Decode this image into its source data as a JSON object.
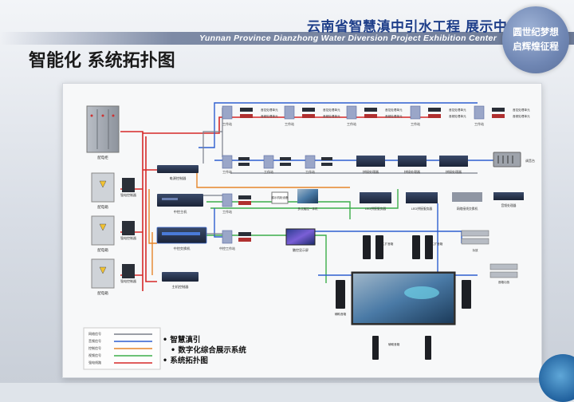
{
  "header": {
    "title_cn": "云南省智慧滇中引水工程 展示中心",
    "title_en": "Yunnan Province Dianzhong Water Diversion Project Exhibition Center",
    "page_title": "智能化 系统拓扑图",
    "badge_line1": "圆世纪梦想",
    "badge_line2": "启辉煌征程"
  },
  "diagram": {
    "power": {
      "main_cabinet": "配电柜",
      "sub_cabinets": [
        "配电箱",
        "配电箱",
        "配电箱"
      ],
      "controllers": [
        "强电控制器",
        "强电控制器",
        "强电控制器"
      ]
    },
    "center": {
      "power_controller": "电源控制器",
      "central_host": "中控主机",
      "network_switch": "中控交换机",
      "main_controller": "主机控制器"
    },
    "workstations": {
      "row1_label": "工作站",
      "row2_label": "工作站",
      "row3_label": "工作站",
      "row4_label": "中控工作站",
      "units": [
        "音控处理单元",
        "音频处理单元"
      ]
    },
    "video": {
      "splicers": [
        "拼接处理器",
        "拼接处理器",
        "拼接处理器"
      ],
      "mixer": "调音台",
      "hd_matrix": [
        "LED拼接服务器",
        "LED拼接服务器"
      ],
      "network_switch": "网络接线交换机",
      "audio_processor": "音频处理器",
      "touch_screen": "触控显示屏",
      "monitor": "互动机",
      "interactive": "交互机",
      "exhibit_box": "展示机柜设备",
      "kiosk": "多点触控一体机",
      "amp": "功放",
      "amp2": "音箱功放",
      "speakers_top": "主扩音箱",
      "speakers_top2": "主扩音箱",
      "speakers_side": "辅助音箱",
      "speakers_bottom": "辅助音箱"
    },
    "legend": [
      {
        "label": "网络信号",
        "color": "#7a7f8a"
      },
      {
        "label": "音频信号",
        "color": "#2f5fd0"
      },
      {
        "label": "控制信号",
        "color": "#e6852a"
      },
      {
        "label": "视频信号",
        "color": "#3cae4a"
      },
      {
        "label": "强电线路",
        "color": "#d62828"
      }
    ],
    "captions": [
      "智慧滇引",
      "数字化综合展示系统",
      "系统拓扑图"
    ]
  }
}
